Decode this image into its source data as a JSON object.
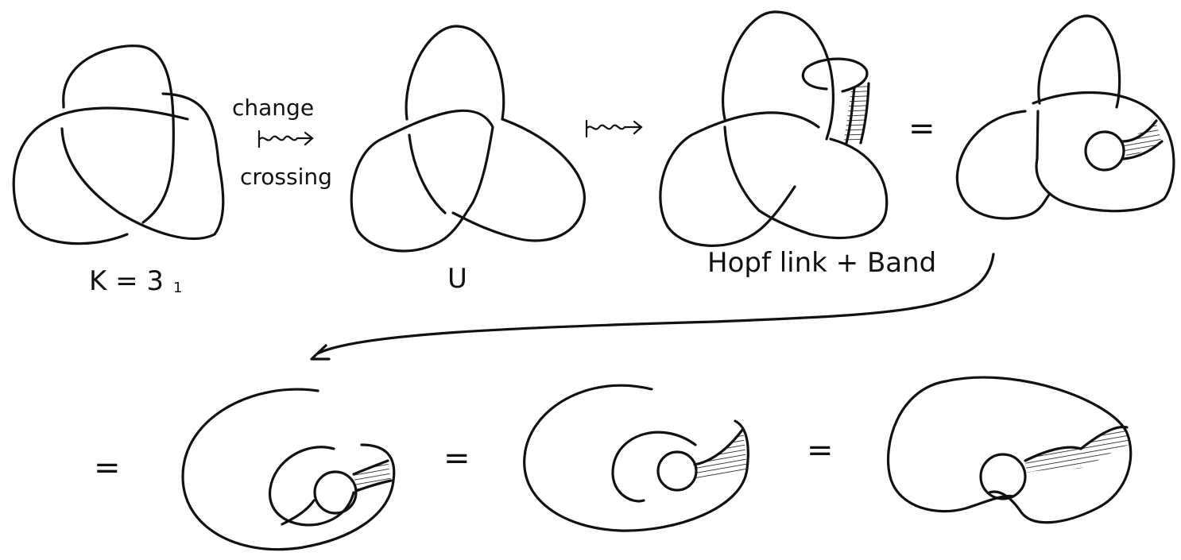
{
  "labels": {
    "trefoil": "K = 3",
    "trefoil_subscript": "1",
    "unknot": "U",
    "change": "change",
    "crossing": "crossing",
    "hopf_band": "Hopf link + Band",
    "equals": "="
  },
  "colors": {
    "ink": "#111111",
    "background": "#ffffff"
  }
}
